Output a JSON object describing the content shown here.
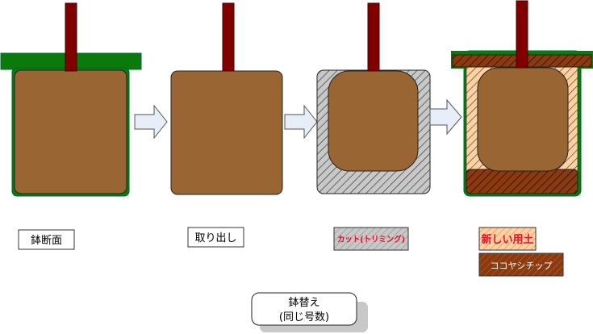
{
  "colors": {
    "soil": "#996633",
    "stick": "#800000",
    "pot": "#0a7a0a",
    "cut": "#c8c8c8",
    "new_soil": "#ffd0a0",
    "coco": "#8b3a0f",
    "arrow": "#e8eef8"
  },
  "labels": {
    "pot_section": "鉢断面",
    "take_out": "取り出し",
    "cut": "カット(トリミング)",
    "new_soil": "新しい用土",
    "coco_chips": "ココヤシチップ"
  },
  "title": {
    "line1": "鉢替え",
    "line2": "(同じ号数)"
  }
}
